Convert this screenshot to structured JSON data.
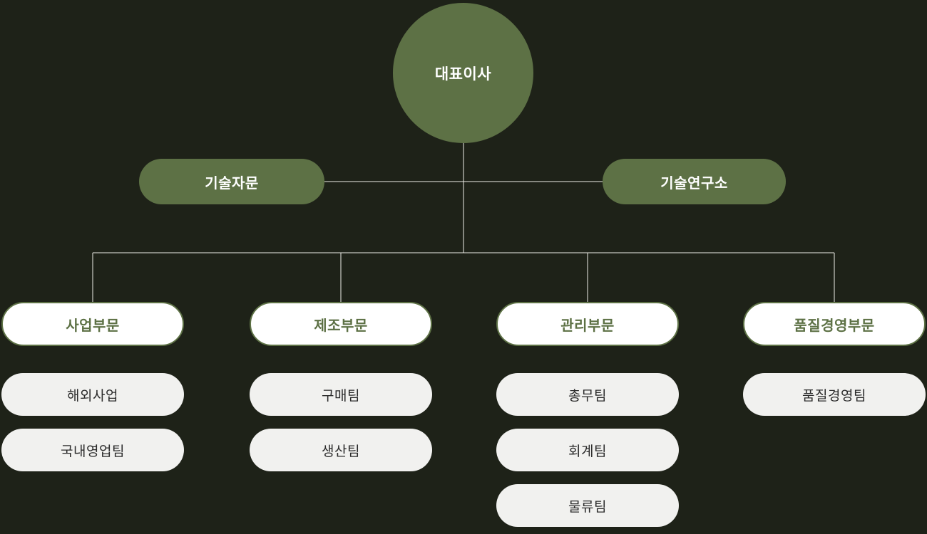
{
  "colors": {
    "background": "#1e2218",
    "accent": "#5d7145",
    "line": "#ededе8",
    "team_pill_bg": "#f1f1ef",
    "team_pill_text": "#2b2b2b",
    "white": "#ffffff"
  },
  "chart": {
    "type": "org-chart",
    "root": {
      "label": "대표이사"
    },
    "advisors": [
      {
        "label": "기술자문"
      },
      {
        "label": "기술연구소"
      }
    ],
    "divisions": [
      {
        "label": "사업부문",
        "teams": [
          "해외사업",
          "국내영업팀"
        ]
      },
      {
        "label": "제조부문",
        "teams": [
          "구매팀",
          "생산팀"
        ]
      },
      {
        "label": "관리부문",
        "teams": [
          "총무팀",
          "회계팀",
          "물류팀"
        ]
      },
      {
        "label": "품질경영부문",
        "teams": [
          "품질경영팀"
        ]
      }
    ]
  }
}
